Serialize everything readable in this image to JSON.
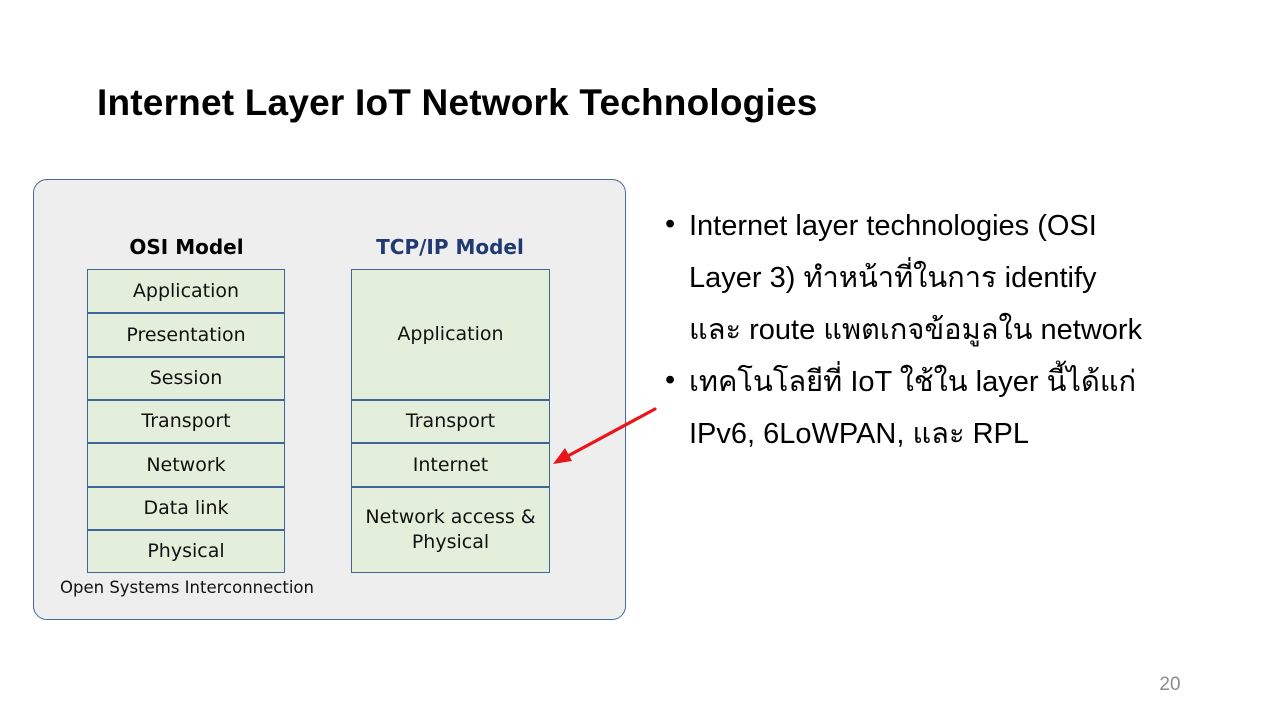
{
  "slide": {
    "title": "Internet Layer IoT Network Technologies",
    "page_number": "20"
  },
  "diagram": {
    "osi": {
      "heading": "OSI Model",
      "layers": [
        "Application",
        "Presentation",
        "Session",
        "Transport",
        "Network",
        "Data link",
        "Physical"
      ],
      "caption": "Open Systems Interconnection"
    },
    "tcpip": {
      "heading": "TCP/IP Model",
      "layers": [
        "Application",
        "Transport",
        "Internet",
        "Network access &",
        "Physical"
      ]
    },
    "colors": {
      "layer_fill": "#e3efdb",
      "layer_border": "#3e6699",
      "tcp_heading": "#1f3a73",
      "arrow": "#e8151b",
      "panel_fill": "#eeeeee"
    }
  },
  "bullets": [
    {
      "lines": [
        "Internet layer technologies (OSI",
        "Layer 3) ทำหน้าที่ในการ identify",
        "และ route แพตเกจข้อมูลใน network"
      ]
    },
    {
      "lines": [
        "เทคโนโลยีที่ IoT ใช้ใน layer นี้ได้แก่",
        "IPv6, 6LoWPAN, และ RPL"
      ]
    }
  ]
}
